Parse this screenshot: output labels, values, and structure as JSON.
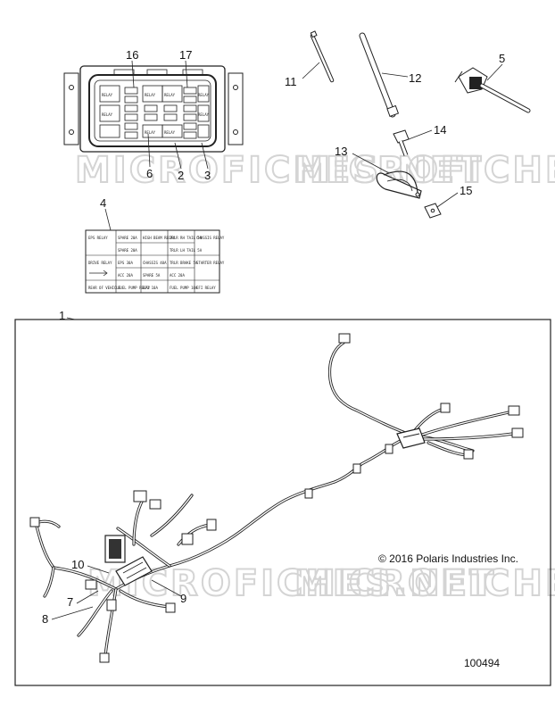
{
  "callouts": {
    "c1": "1",
    "c2": "2",
    "c3": "3",
    "c4": "4",
    "c5": "5",
    "c6": "6",
    "c7": "7",
    "c8": "8",
    "c9": "9",
    "c10": "10",
    "c11": "11",
    "c12": "12",
    "c13": "13",
    "c14": "14",
    "c15": "15",
    "c16": "16",
    "c17": "17"
  },
  "watermark": "MICROFICHES.NET",
  "copyright": "© 2016 Polaris Industries Inc.",
  "diagram_id": "100494",
  "fuse_box": {
    "cells": [
      "RELAY",
      "RELAY",
      "RELAY",
      "RELAY",
      "RELAY",
      "RELAY",
      "RELAY",
      "RELAY"
    ]
  },
  "fuse_label_grid": {
    "rows": [
      [
        "EPS RELAY",
        "SPARE 20A",
        "HIGH BEAM RELAY",
        "TRLR RH TAIL 5A",
        "CHASSIS RELAY"
      ],
      [
        "",
        "SPARE 20A",
        "",
        "TRLR LH TAIL 5A",
        ""
      ],
      [
        "DRIVE RELAY",
        "EPS 30A",
        "CHASSIS 40A",
        "TRLR BRAKE 5A",
        "STARTER RELAY"
      ],
      [
        "",
        "ACC 20A",
        "SPARE 5A",
        "ACC 20A",
        ""
      ],
      [
        "REAR OF VEHICLE",
        "FUEL PUMP RELAY",
        "EFI 10A",
        "FUEL PUMP 10A",
        "EFI RELAY"
      ]
    ]
  }
}
